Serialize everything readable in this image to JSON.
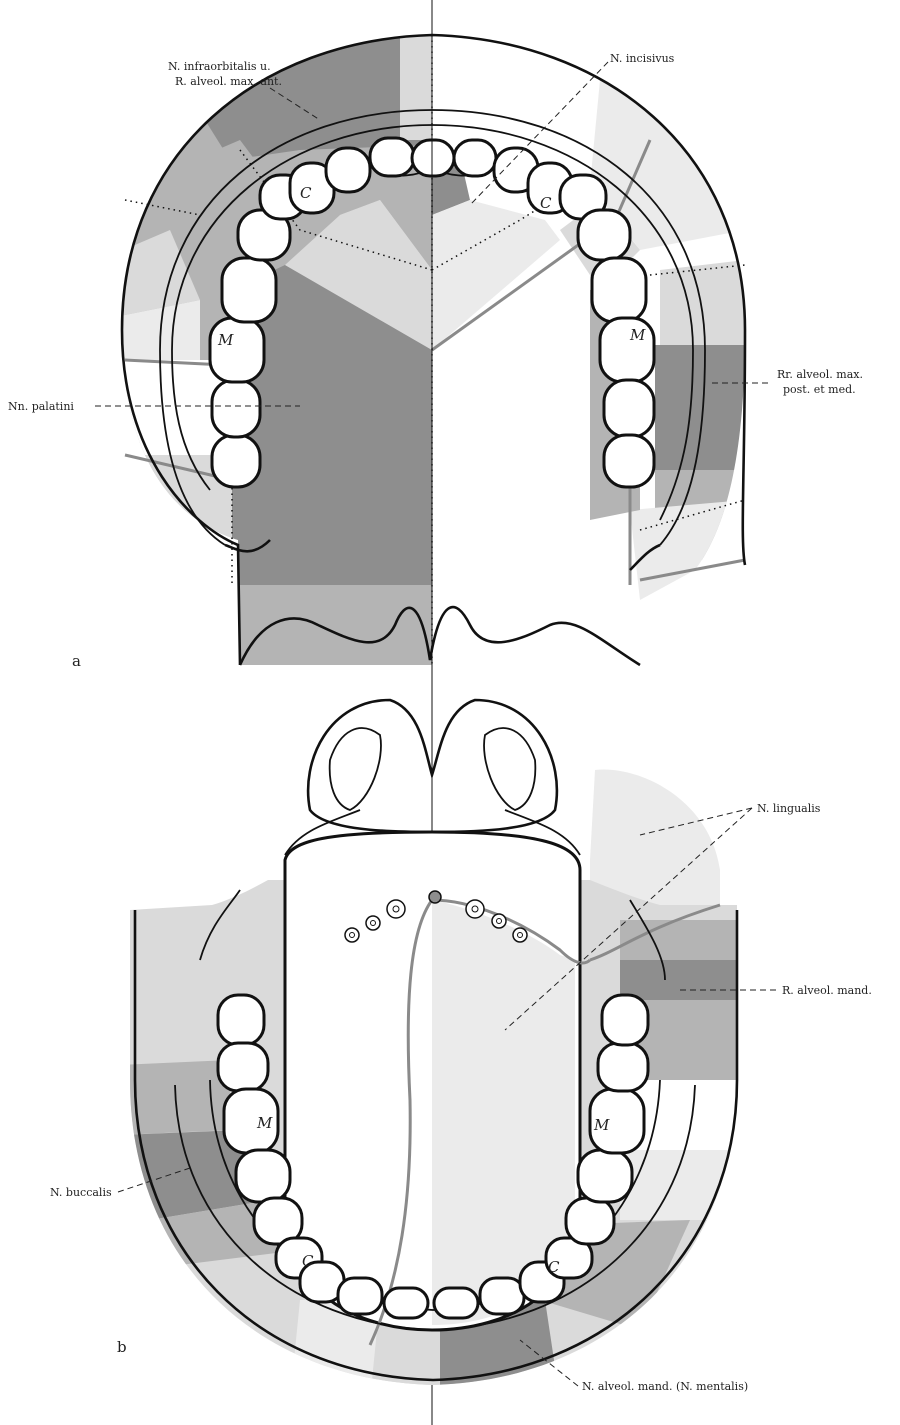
{
  "colors": {
    "dark": "#8e8e8e",
    "medium": "#b4b4b4",
    "light": "#dadada",
    "palest": "#ebebeb",
    "white": "#ffffff",
    "outline": "#111111"
  },
  "panels": {
    "a": "a",
    "b": "b"
  },
  "tooth_marks": {
    "canine": "C",
    "molar": "M"
  },
  "labels": {
    "infraorbitalis_line1": "N. infraorbitalis u.",
    "infraorbitalis_line2": "R. alveol. max. ant.",
    "incisivus": "N. incisivus",
    "palatini": "Nn. palatini",
    "alveol_max_line1": "Rr. alveol. max.",
    "alveol_max_line2": "post. et med.",
    "lingualis": "N. lingualis",
    "alveol_mand": "R. alveol. mand.",
    "buccalis": "N. buccalis",
    "mentalis": "N. alveol. mand. (N. mentalis)"
  },
  "icons": {
    "papillae": "vallate-papillae-icon"
  }
}
